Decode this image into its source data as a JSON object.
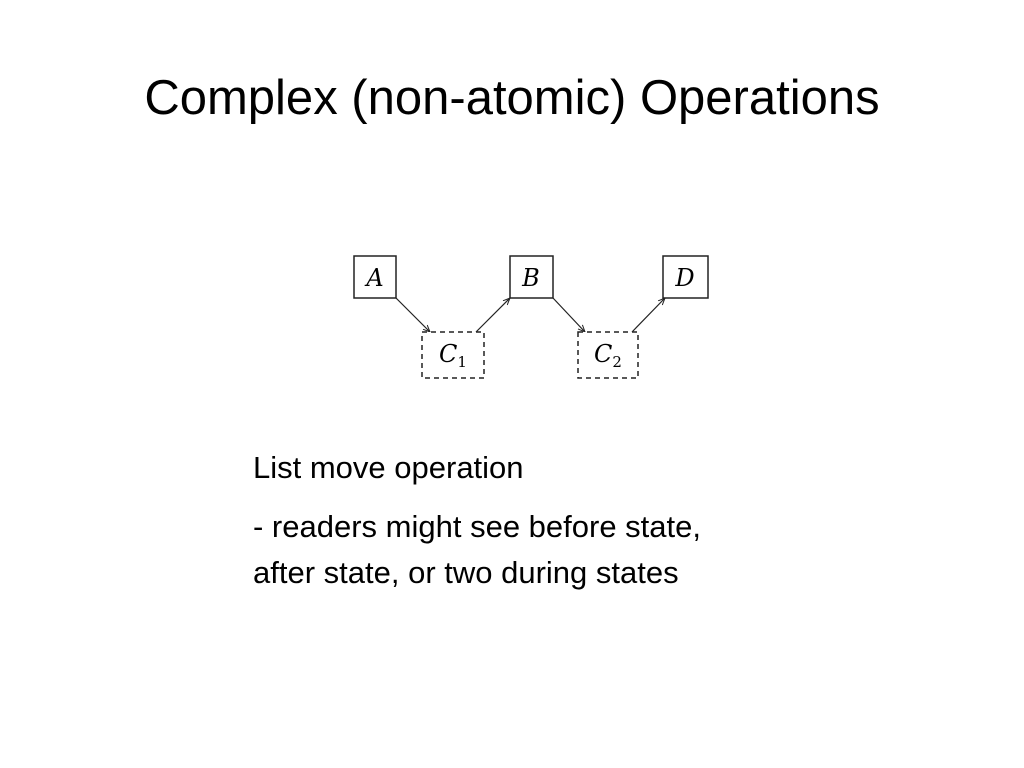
{
  "slide": {
    "title": "Complex (non-atomic) Operations"
  },
  "diagram": {
    "nodes": [
      {
        "id": "A",
        "label": "A",
        "sub": "",
        "style": "solid"
      },
      {
        "id": "C1",
        "label": "C",
        "sub": "1",
        "style": "dashed"
      },
      {
        "id": "B",
        "label": "B",
        "sub": "",
        "style": "solid"
      },
      {
        "id": "C2",
        "label": "C",
        "sub": "2",
        "style": "dashed"
      },
      {
        "id": "D",
        "label": "D",
        "sub": "",
        "style": "solid"
      }
    ],
    "edges": [
      {
        "from": "A",
        "to": "C1"
      },
      {
        "from": "C1",
        "to": "B"
      },
      {
        "from": "B",
        "to": "C2"
      },
      {
        "from": "C2",
        "to": "D"
      }
    ]
  },
  "body": {
    "heading": "List move operation",
    "line1": "- readers might see before state,",
    "line2": "after state, or two during states"
  }
}
